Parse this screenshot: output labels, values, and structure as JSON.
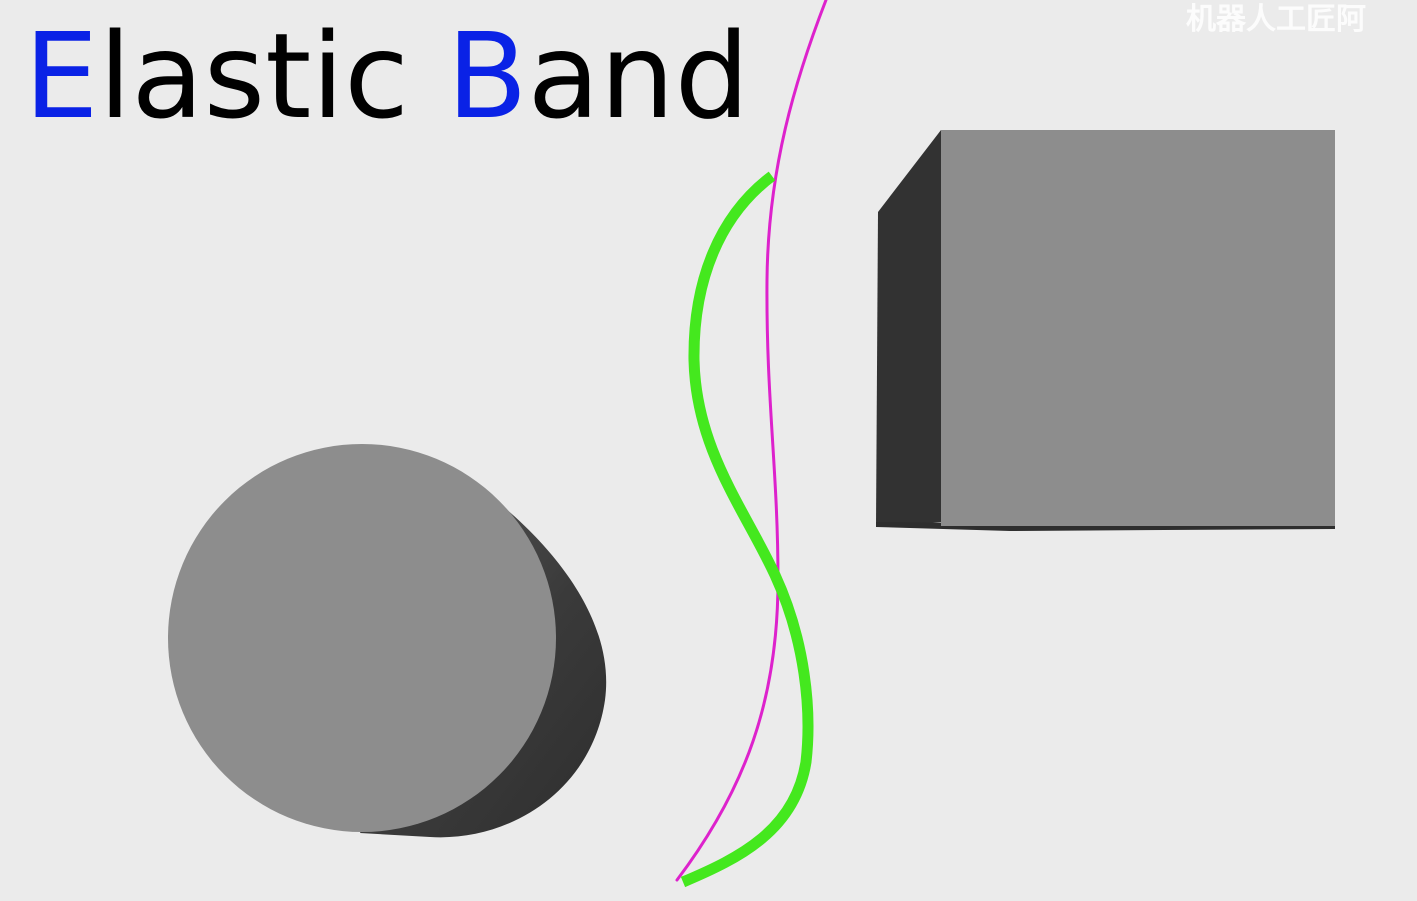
{
  "title": {
    "word1_initial": "E",
    "word1_rest": "lastic",
    "word2_initial": "B",
    "word2_rest": "and"
  },
  "watermark": "机器人工匠阿",
  "colors": {
    "background": "#ebebeb",
    "title_accent": "#0a22e6",
    "title_text": "#000000",
    "obstacle_face": "#8d8d8d",
    "obstacle_shadow": "#323232",
    "original_path": "#dd22cc",
    "elastic_band": "#44e81e"
  },
  "obstacles": [
    {
      "shape": "cylinder"
    },
    {
      "shape": "box"
    }
  ],
  "paths": [
    {
      "kind": "original-path"
    },
    {
      "kind": "elastic-band"
    }
  ]
}
